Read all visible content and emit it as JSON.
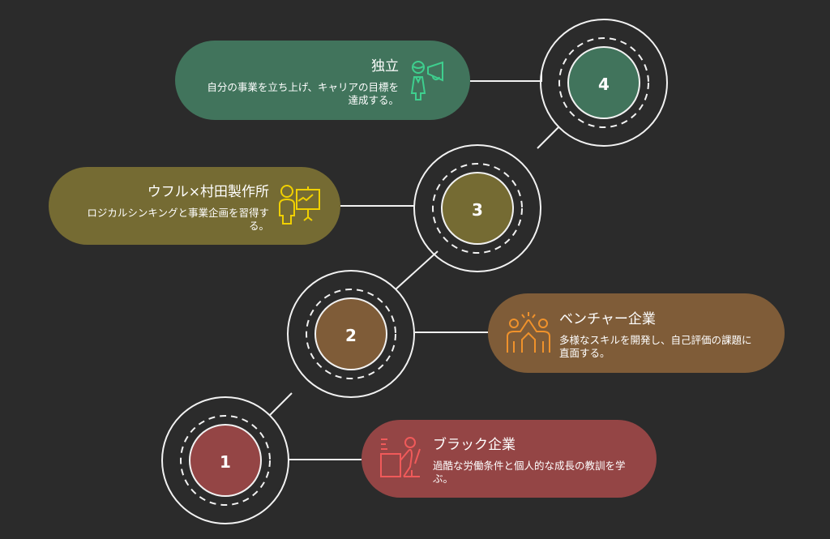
{
  "steps": [
    {
      "number": "1",
      "title": "ブラック企業",
      "description": "過酷な労働条件と個人的な成長の教訓を学ぶ。",
      "color": "#944545",
      "icon": "desk-worker-icon",
      "icon_color": "#f05a5a"
    },
    {
      "number": "2",
      "title": "ベンチャー企業",
      "description": "多様なスキルを開発し、自己評価の課題に直面する。",
      "color": "#7f5c38",
      "icon": "high-five-icon",
      "icon_color": "#f0922b"
    },
    {
      "number": "3",
      "title": "ウフル×村田製作所",
      "description": "ロジカルシンキングと事業企画を習得する。",
      "color": "#756b33",
      "icon": "presentation-icon",
      "icon_color": "#f0d000"
    },
    {
      "number": "4",
      "title": "独立",
      "description": "自分の事業を立ち上げ、キャリアの目標を達成する。",
      "color": "#41745c",
      "icon": "megaphone-person-icon",
      "icon_color": "#3ecf8e"
    }
  ]
}
